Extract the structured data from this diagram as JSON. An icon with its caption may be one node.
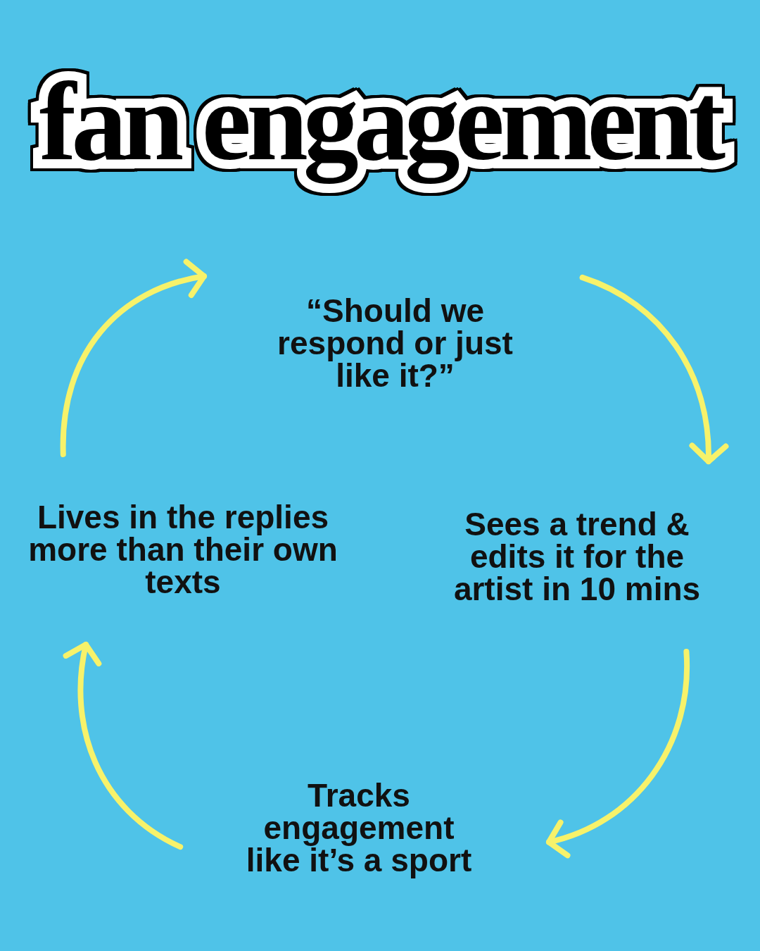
{
  "diagram": {
    "title": "fan engagement",
    "nodes": [
      {
        "text": [
          "“Should we respond or just like it?”"
        ]
      },
      {
        "text": [
          "Sees a trend & edits it for the artist in 10 mins"
        ]
      },
      {
        "text": [
          "Tracks engagement like it’s a sport"
        ]
      },
      {
        "text": [
          "Lives in the replies more than their own texts"
        ]
      }
    ],
    "edges": [
      {
        "from": 0,
        "to": 1,
        "arrow": "to"
      },
      {
        "from": 1,
        "to": 2,
        "arrow": "to"
      },
      {
        "from": 2,
        "to": 3,
        "arrow": "to"
      },
      {
        "from": 3,
        "to": 0,
        "arrow": "to"
      }
    ]
  }
}
